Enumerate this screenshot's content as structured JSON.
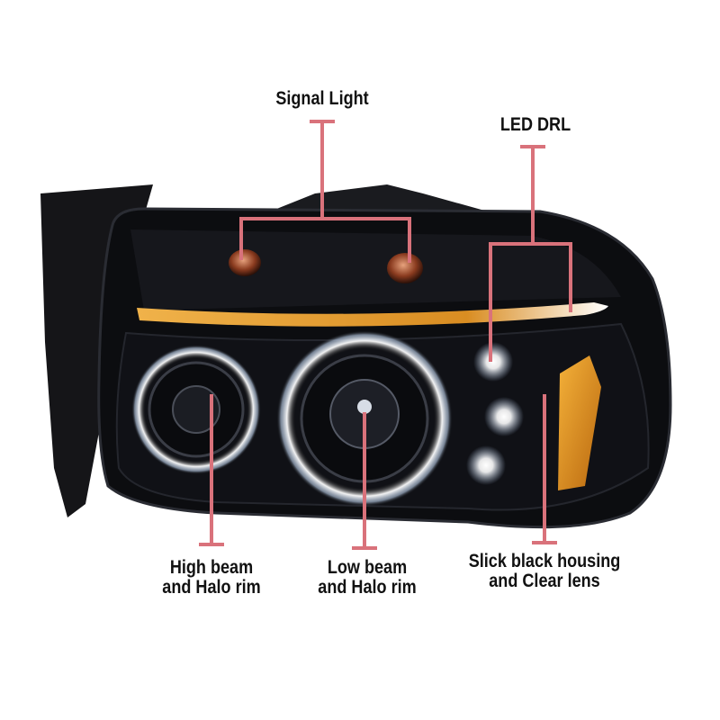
{
  "labels": {
    "signal_light": "Signal Light",
    "led_drl": "LED DRL",
    "high_beam": [
      "High beam",
      "and Halo rim"
    ],
    "low_beam": [
      "Low beam",
      "and Halo rim"
    ],
    "housing": [
      "Slick black housing",
      "and Clear lens"
    ]
  },
  "colors": {
    "callout_line": "#d9727b",
    "housing": "#0c0d10",
    "amber": "#e39a2a",
    "halo": "#e8eef7",
    "background": "#ffffff"
  },
  "icons": [
    "headlight-assembly-illustration"
  ]
}
